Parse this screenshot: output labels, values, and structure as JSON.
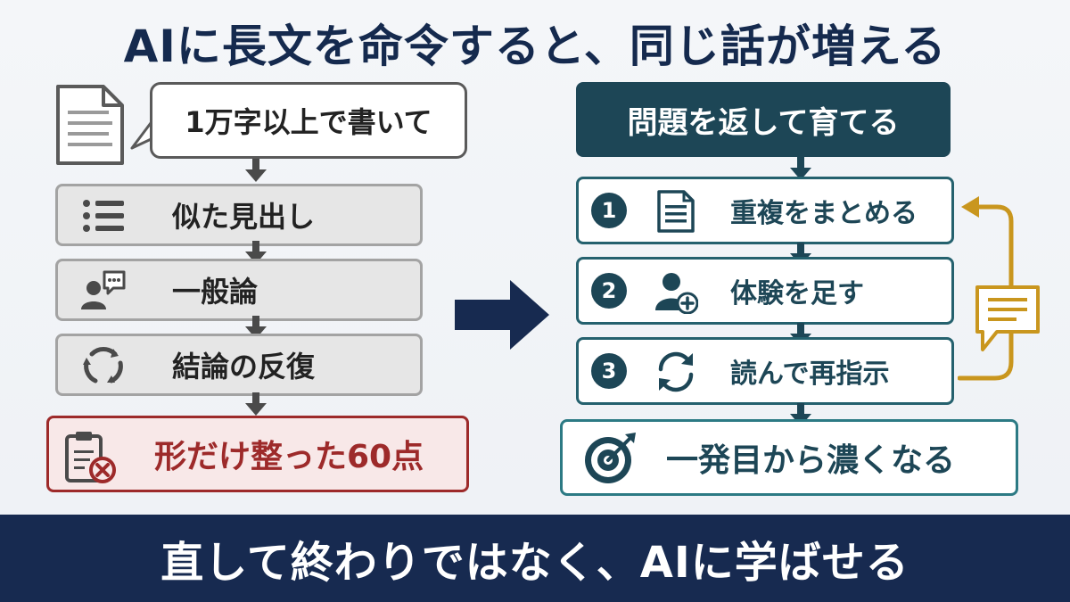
{
  "title": "AIに長文を命令すると、同じ話が増える",
  "left": {
    "prompt": "1万字以上で書いて",
    "steps": [
      {
        "label": "似た見出し",
        "icon": "list-icon"
      },
      {
        "label": "一般論",
        "icon": "person-chat-icon"
      },
      {
        "label": "結論の反復",
        "icon": "cycle-icon"
      }
    ],
    "result": {
      "label": "形だけ整った60点",
      "icon": "clipboard-x-icon"
    }
  },
  "right": {
    "header": "問題を返して育てる",
    "steps": [
      {
        "num": "1",
        "label": "重複をまとめる",
        "icon": "document-lines-icon"
      },
      {
        "num": "2",
        "label": "体験を足す",
        "icon": "person-plus-icon"
      },
      {
        "num": "3",
        "label": "読んで再指示",
        "icon": "refresh-icon"
      }
    ],
    "result": {
      "label": "一発目から濃くなる",
      "icon": "target-icon"
    }
  },
  "banner": "直して終わりではなく、AIに学ばせる",
  "colors": {
    "title": "#152a4e",
    "banner": "#172a50",
    "teal_dark": "#1d4656",
    "teal_border": "#25616e",
    "red": "#9d2a2a",
    "gold": "#c9961e",
    "arrow_gray": "#4a4a4a"
  }
}
